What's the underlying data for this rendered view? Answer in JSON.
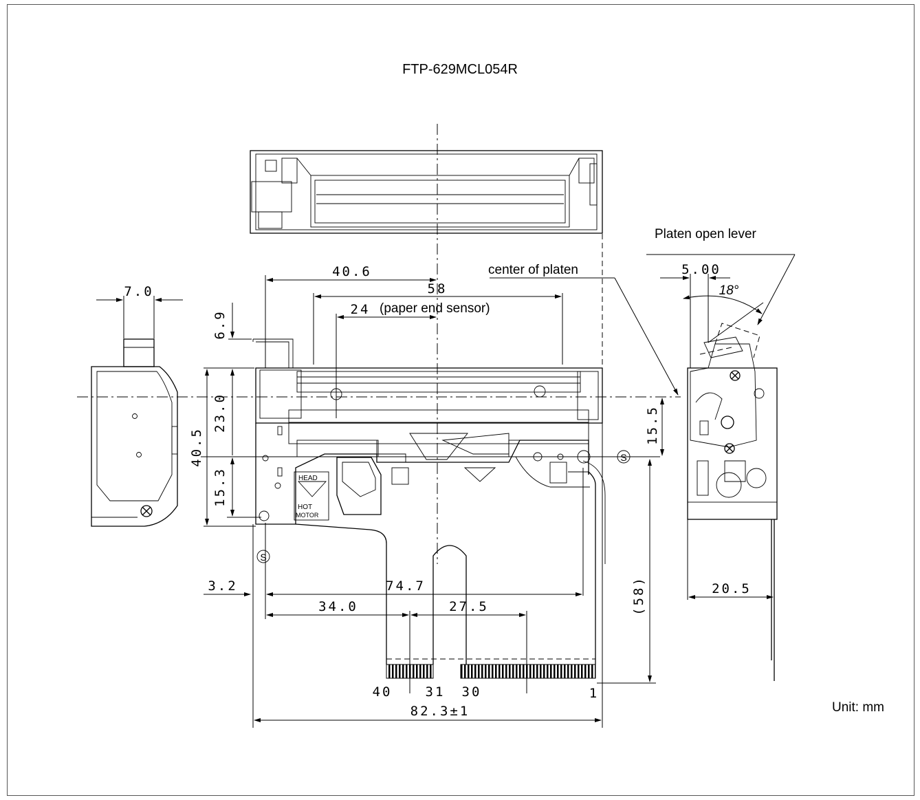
{
  "title": "FTP-629MCL054R",
  "unit": "Unit: mm",
  "callouts": {
    "platen_open_lever": "Platen open lever",
    "center_of_platen": "center of platen",
    "paper_end_sensor": "(paper end sensor)"
  },
  "dimensions": {
    "d_40_6": "40.6",
    "d_58": "58",
    "d_24": "24",
    "d_7_0": "7.0",
    "d_6_9": "6.9",
    "d_23_0": "23.0",
    "d_40_5": "40.5",
    "d_15_3": "15.3",
    "d_3_2": "3.2",
    "d_74_7": "74.7",
    "d_34_0": "34.0",
    "d_27_5": "27.5",
    "d_82_3": "82.3±1",
    "d_paren_58": "(58)",
    "d_5_00": "5.00",
    "d_18deg": "18°",
    "d_15_5": "15.5",
    "d_20_5": "20.5"
  },
  "pins": {
    "p40": "40",
    "p31": "31",
    "p30": "30",
    "p1": "1"
  },
  "labels": {
    "head": "HEAD",
    "hot": "HOT",
    "motor": "MOTOR",
    "s_mark": "S"
  }
}
